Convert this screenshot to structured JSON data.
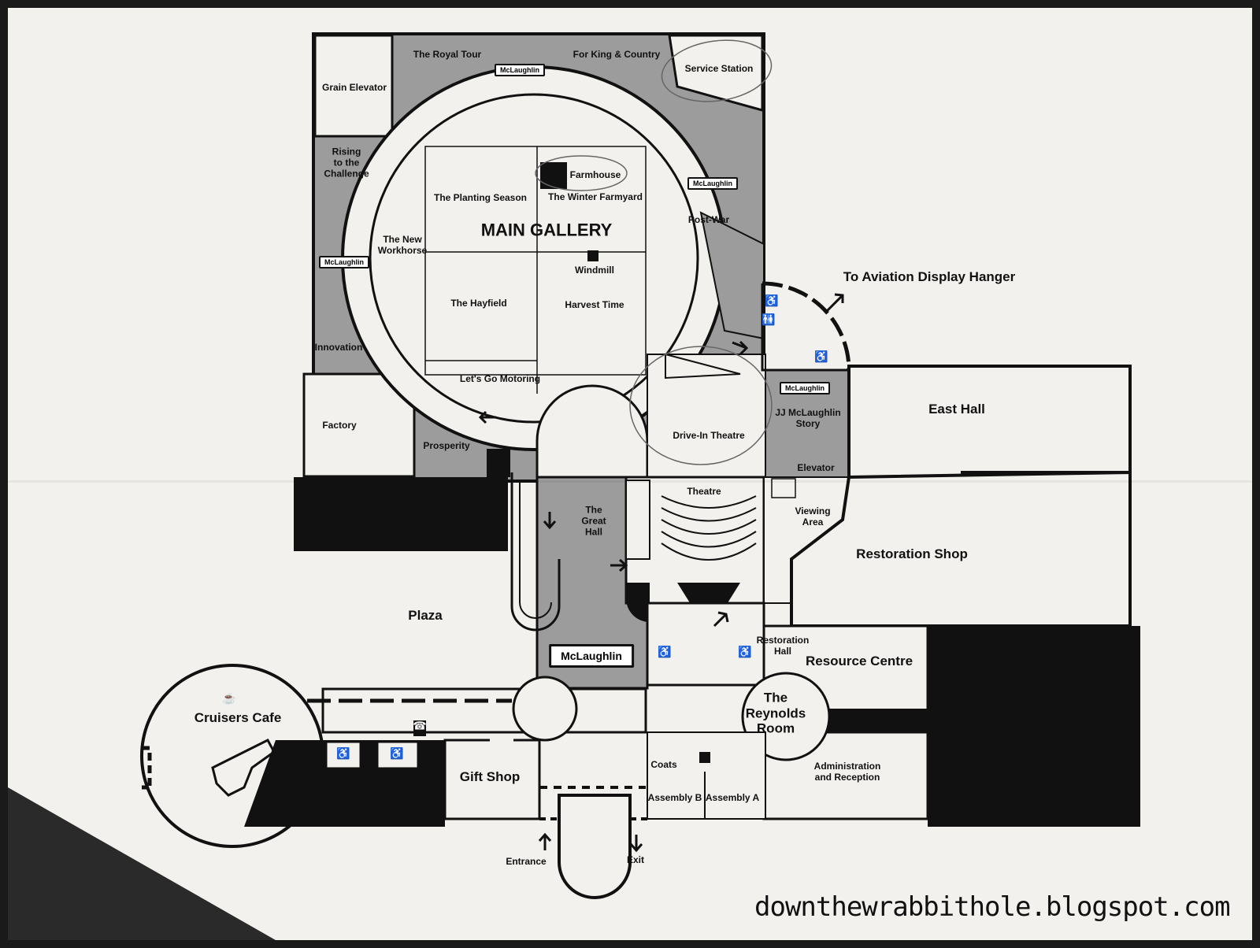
{
  "labels": {
    "royal_tour": "The Royal Tour",
    "king_country": "For King & Country",
    "service_station": "Service Station",
    "grain_elevator": "Grain Elevator",
    "rising": "Rising\nto the\nChallenge",
    "farmhouse": "Farmhouse",
    "planting": "The Planting Season",
    "winter": "The Winter Farmyard",
    "main_gallery": "MAIN GALLERY",
    "post_war": "Post-War",
    "new_workhorse": "The New\nWorkhorse",
    "windmill": "Windmill",
    "hayfield": "The Hayfield",
    "harvest": "Harvest Time",
    "innovation": "Innovation",
    "motoring": "Let's Go Motoring",
    "factory": "Factory",
    "prosperity": "Prosperity",
    "drive_in": "Drive-In Theatre",
    "mclaughlin_story": "JJ McLaughlin\nStory",
    "east_hall": "East Hall",
    "elevator": "Elevator",
    "aviation": "To Aviation Display Hanger",
    "theatre": "Theatre",
    "great_hall": "The\nGreat\nHall",
    "viewing": "Viewing\nArea",
    "restoration_shop": "Restoration Shop",
    "plaza": "Plaza",
    "restoration_hall": "Restoration\nHall",
    "resource": "Resource Centre",
    "reynolds": "The\nReynolds\nRoom",
    "cafe": "Cruisers Cafe",
    "gift": "Gift Shop",
    "coats": "Coats",
    "assembly_b": "Assembly B",
    "assembly_a": "Assembly A",
    "admin": "Administration\nand Reception",
    "entrance": "Entrance",
    "exit": "Exit"
  },
  "badge_text": "McLaughlin",
  "watermark": "downthewrabbithole.blogspot.com",
  "colors": {
    "gray": "#9c9c9c",
    "black": "#111111",
    "paper": "#f3f1ee"
  }
}
